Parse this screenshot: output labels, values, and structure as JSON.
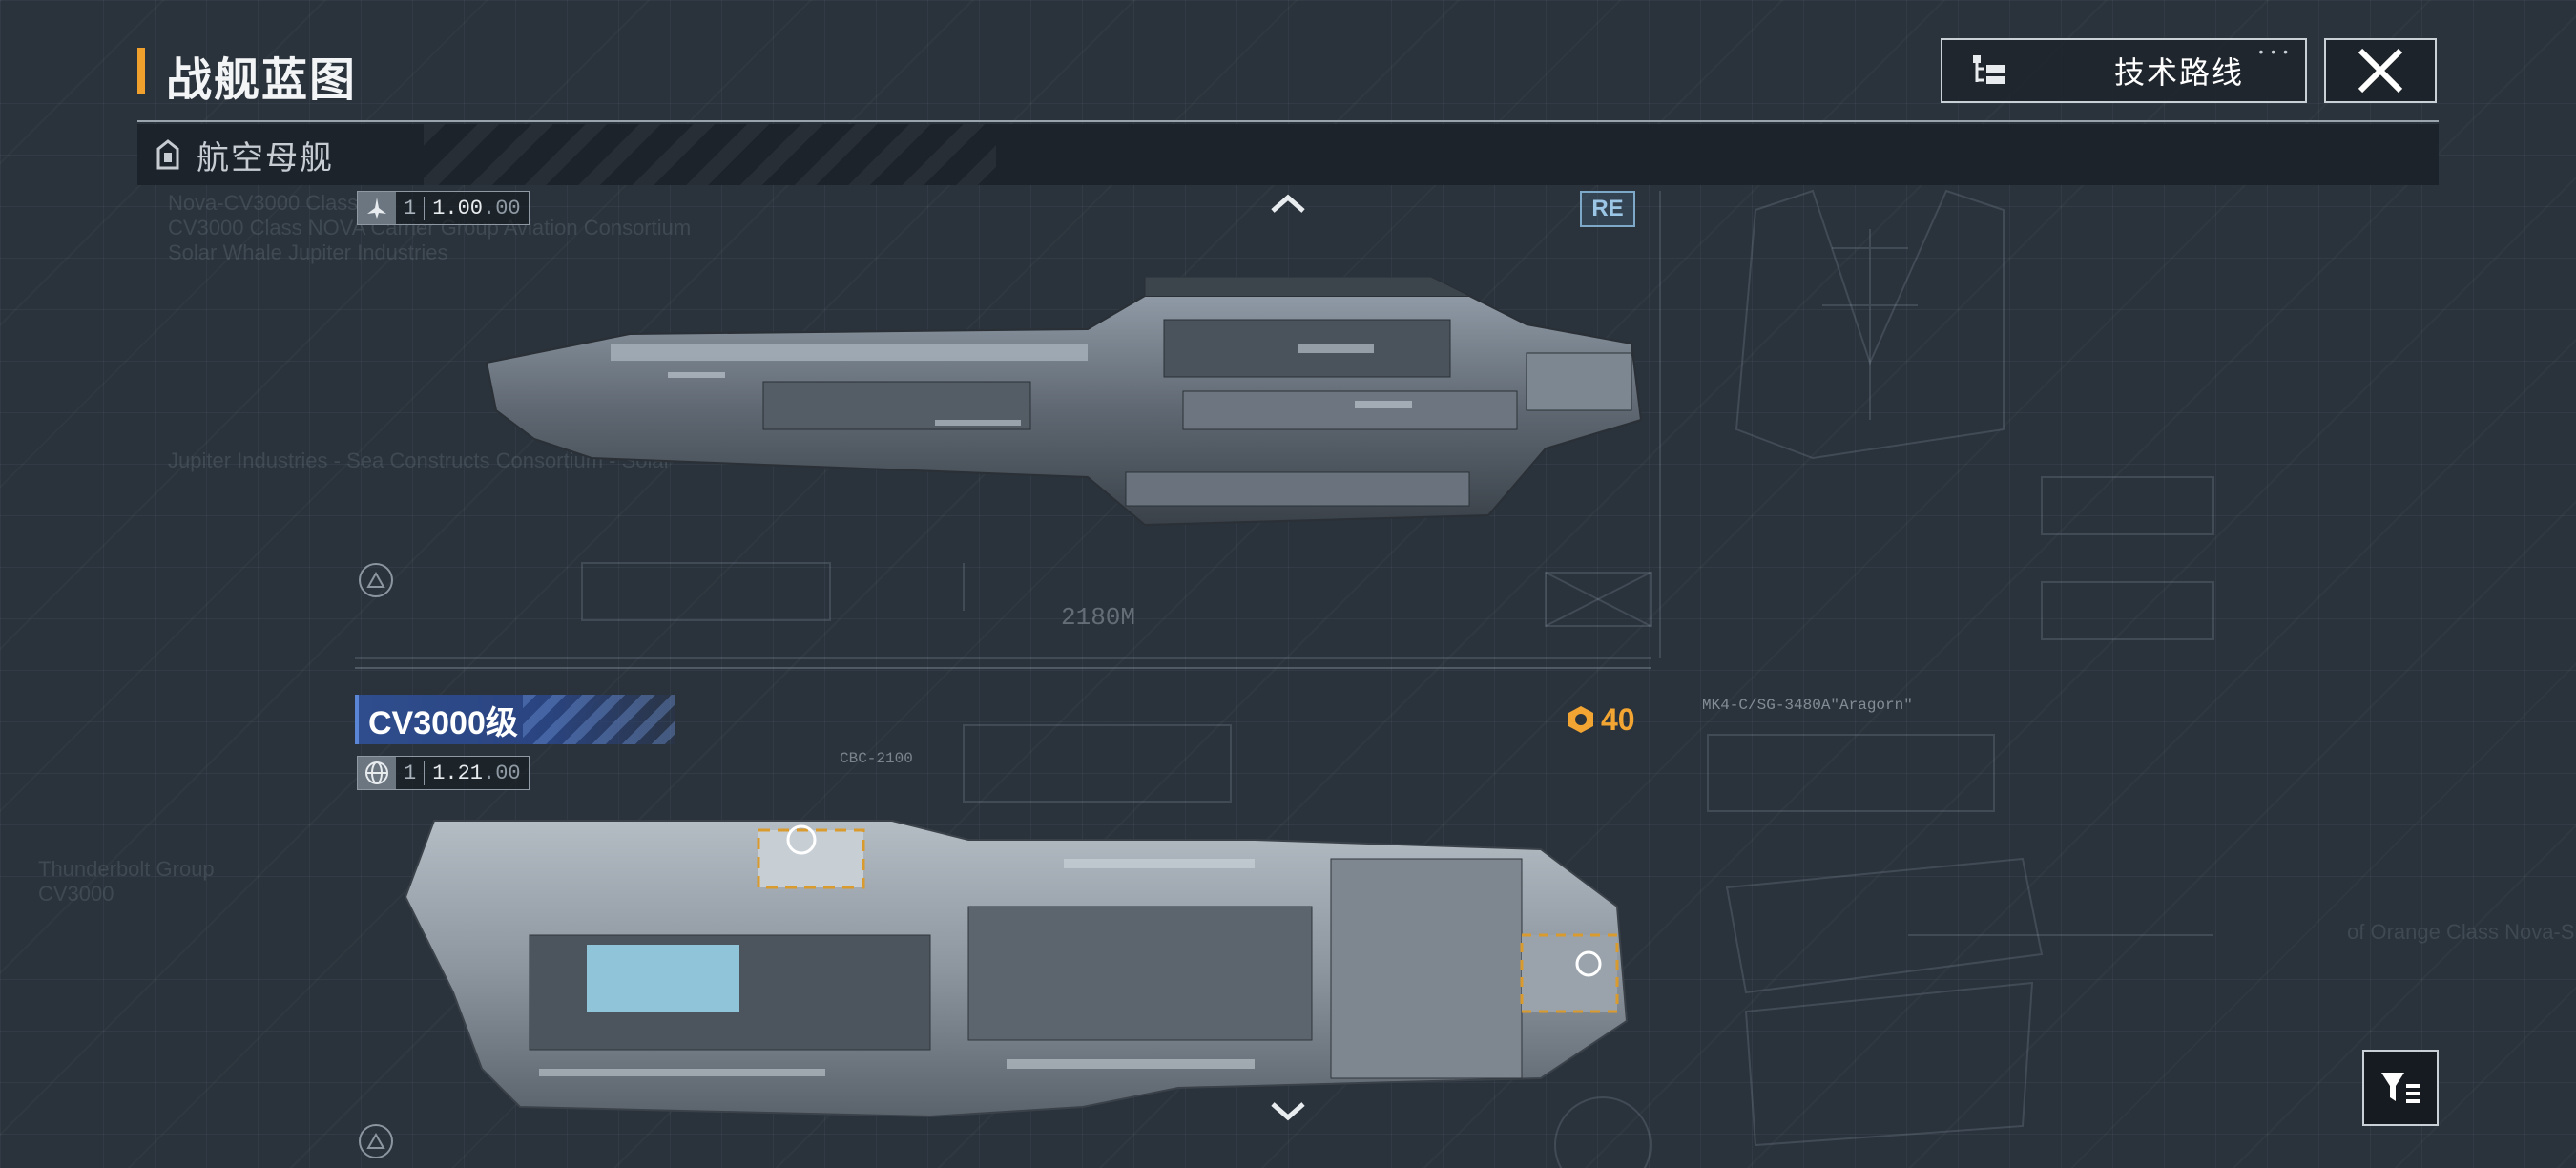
{
  "header": {
    "title": "战舰蓝图",
    "tech_route_label": "技术路线",
    "accent_color": "#f0a02c"
  },
  "category": {
    "label": "航空母舰",
    "icon": "carrier-class-icon"
  },
  "ships": [
    {
      "name": "",
      "view": "side",
      "tag_number": "1",
      "tag_value": "1.00",
      "tag_suffix": ".00",
      "tag_icon": "jet-icon",
      "badge": "RE"
    },
    {
      "name": "CV3000级",
      "view": "top",
      "tag_number": "1",
      "tag_value": "1.21",
      "tag_suffix": ".00",
      "tag_icon": "globe-icon",
      "cost": "40",
      "cost_color": "#f2a532"
    }
  ],
  "blueprint_texts": {
    "dimension": "2180M",
    "model_code": "MK4-C/SG-3480A\"Aragorn\"",
    "cbc": "CBC-2100"
  },
  "icons": [
    "tech-tree-icon",
    "close-icon",
    "chevron-up-icon",
    "chevron-down-icon",
    "filter-icon",
    "triangle-marker-icon"
  ]
}
